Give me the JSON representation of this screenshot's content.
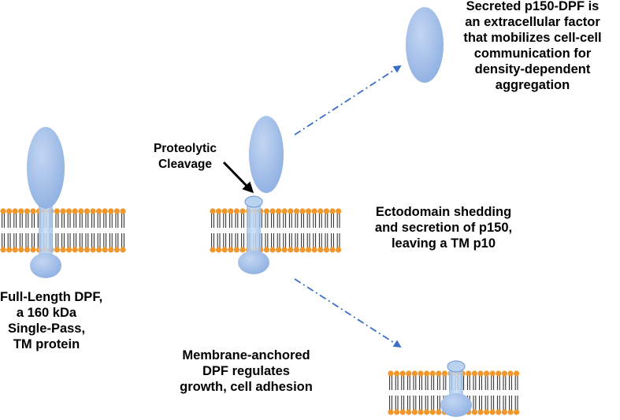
{
  "labels": {
    "full_length": [
      "Full-Length DPF,",
      "a 160 kDa",
      "Single-Pass,",
      "TM protein"
    ],
    "proteolytic": [
      "Proteolytic",
      "Cleavage"
    ],
    "secreted": [
      "Secreted p150-DPF is",
      "an extracellular factor",
      "that mobilizes cell-cell",
      "communication for",
      "density-dependent",
      "aggregation"
    ],
    "ectodomain": [
      "Ectodomain shedding",
      "and secretion of p150,",
      "leaving a TM p10"
    ],
    "anchored": [
      "Membrane-anchored",
      "DPF regulates",
      "growth, cell adhesion"
    ]
  },
  "colors": {
    "ectodomain": "#9ab8e6",
    "tm_segment": "#a9c8ee",
    "lipid_head": "#f0962a",
    "lipid_tail": "#222222",
    "arrow_dashed": "#3a6fc4",
    "arrow_solid": "#000000"
  }
}
